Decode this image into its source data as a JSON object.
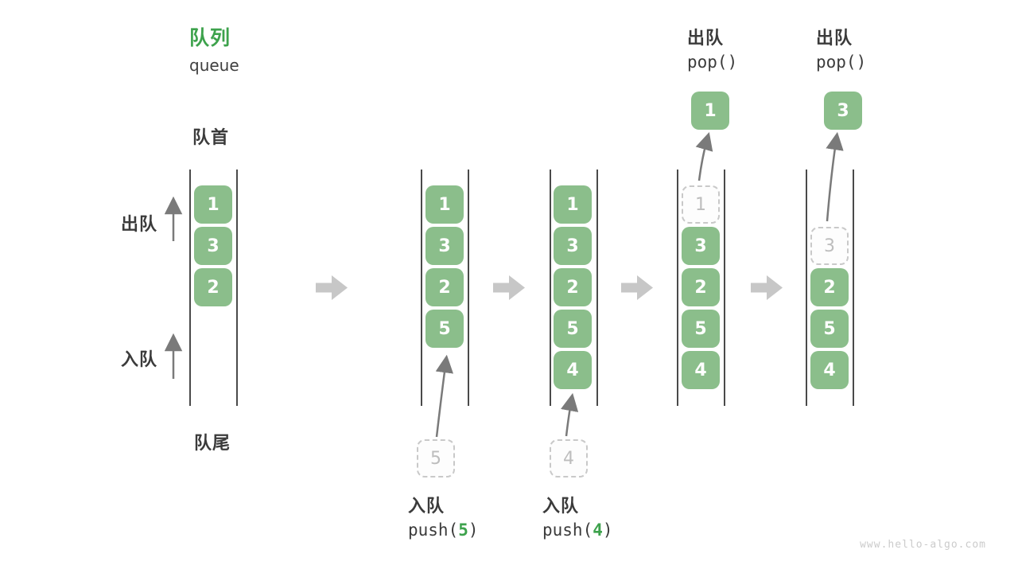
{
  "header": {
    "title_zh": "队列",
    "title_en": "queue"
  },
  "labels": {
    "front": "队首",
    "rear": "队尾",
    "dequeue": "出队",
    "enqueue": "入队"
  },
  "operations": {
    "push5": {
      "label": "入队",
      "code_pre": "push(",
      "arg": "5",
      "code_post": ")"
    },
    "push4": {
      "label": "入队",
      "code_pre": "push(",
      "arg": "4",
      "code_post": ")"
    },
    "pop1": {
      "label": "出队",
      "code": "pop()"
    },
    "pop3": {
      "label": "出队",
      "code": "pop()"
    }
  },
  "states": [
    {
      "cells": [
        "1",
        "3",
        "2"
      ]
    },
    {
      "cells": [
        "1",
        "3",
        "2",
        "5"
      ],
      "incoming": "5"
    },
    {
      "cells": [
        "1",
        "3",
        "2",
        "5",
        "4"
      ],
      "incoming": "4"
    },
    {
      "cells": [
        "3",
        "2",
        "5",
        "4"
      ],
      "removed": "1",
      "popped": "1"
    },
    {
      "cells": [
        "2",
        "5",
        "4"
      ],
      "removed": "3",
      "popped": "3"
    }
  ],
  "colors": {
    "box_green": "#8BBE8B",
    "accent_green": "#3DA24C",
    "text_dark": "#3B3B3B",
    "line_gray": "#4A4A4A",
    "arrow_gray": "#7A7A7A",
    "block_arrow_gray": "#C7C7C7",
    "dashed_border": "#C9C9C9"
  },
  "watermark": "www.hello-algo.com"
}
